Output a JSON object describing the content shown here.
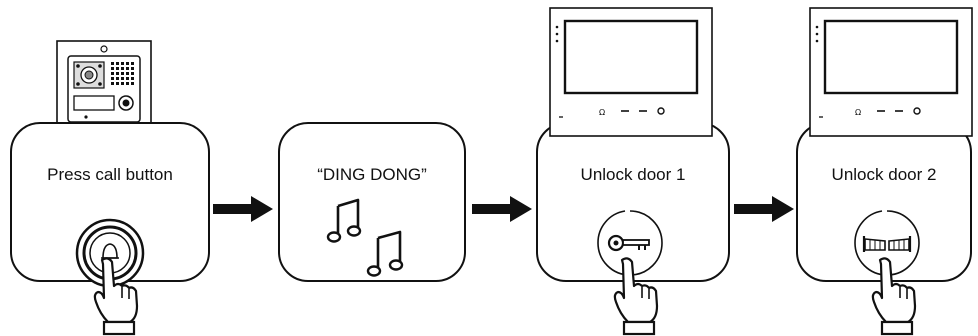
{
  "steps": [
    {
      "label": "Press call button",
      "icon": "doorbell-icon"
    },
    {
      "label": "“DING DONG”",
      "icon": "music-notes-icon"
    },
    {
      "label": "Unlock door 1",
      "icon": "key-icon"
    },
    {
      "label": "Unlock door 2",
      "icon": "gate-icon"
    }
  ],
  "connectors": [
    "arrow-right",
    "arrow-right",
    "arrow-right"
  ],
  "colors": {
    "stroke": "#111111",
    "background": "#ffffff"
  }
}
